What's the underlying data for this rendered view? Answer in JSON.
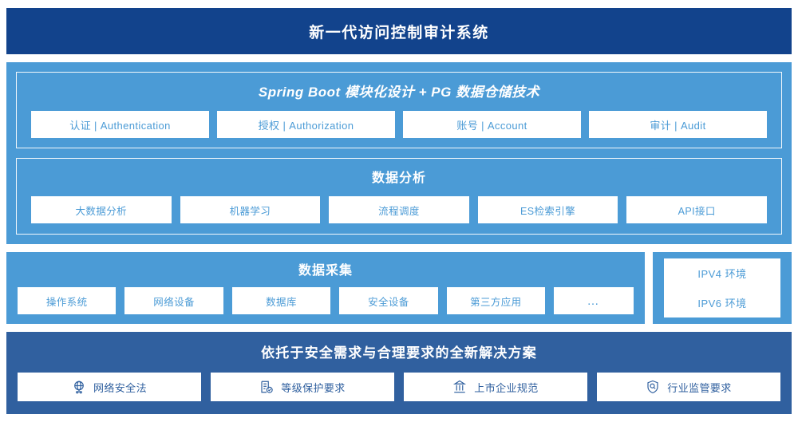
{
  "header": {
    "title": "新一代访问控制审计系统"
  },
  "platform": {
    "springboot": {
      "title": "Spring Boot 模块化设计 + PG 数据仓储技术",
      "chips": [
        {
          "label": "认证 | Authentication"
        },
        {
          "label": "授权 | Authorization"
        },
        {
          "label": "账号 | Account"
        },
        {
          "label": "审计 | Audit"
        }
      ]
    },
    "analysis": {
      "title": "数据分析",
      "chips": [
        {
          "label": "大数据分析"
        },
        {
          "label": "机器学习"
        },
        {
          "label": "流程调度"
        },
        {
          "label": "ES检索引擎"
        },
        {
          "label": "API接口"
        }
      ]
    }
  },
  "collect": {
    "title": "数据采集",
    "chips": [
      {
        "label": "操作系统"
      },
      {
        "label": "网络设备"
      },
      {
        "label": "数据库"
      },
      {
        "label": "安全设备"
      },
      {
        "label": "第三方应用"
      },
      {
        "label": "…"
      }
    ]
  },
  "environment": {
    "chips": [
      {
        "label": "IPV4 环境"
      },
      {
        "label": "IPV6 环境"
      }
    ]
  },
  "solution": {
    "title": "依托于安全需求与合理要求的全新解决方案",
    "chips": [
      {
        "label": "网络安全法",
        "icon": "globe-network-icon"
      },
      {
        "label": "等级保护要求",
        "icon": "document-check-icon"
      },
      {
        "label": "上市企业规范",
        "icon": "bank-building-icon"
      },
      {
        "label": "行业监管要求",
        "icon": "shield-search-icon"
      }
    ]
  },
  "colors": {
    "header_navy": "#12438c",
    "panel_blue": "#4b9bd6",
    "solution_blue": "#30609f",
    "chip_white": "#ffffff"
  }
}
